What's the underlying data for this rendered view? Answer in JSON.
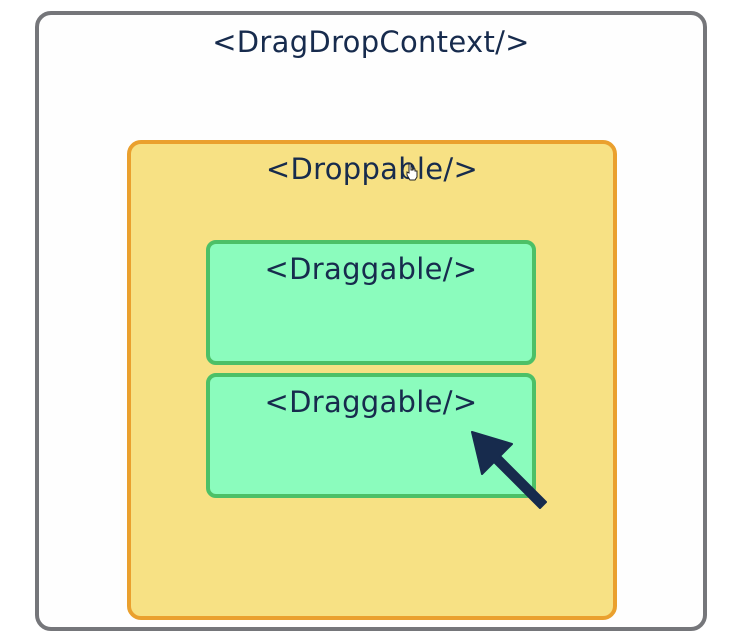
{
  "diagram": {
    "context_label": "<DragDropContext/>",
    "droppable_label": "<Droppable/>",
    "draggables": [
      {
        "label": "<Draggable/>"
      },
      {
        "label": "<Draggable/>"
      }
    ]
  },
  "icons": {
    "big_cursor": "arrow-cursor-icon",
    "mini_cursor": "hand-pointer-icon"
  },
  "colors": {
    "context_border": "#75767a",
    "droppable_fill": "#f7e184",
    "droppable_border": "#eaa02e",
    "draggable_fill": "#8bfcbd",
    "draggable_border": "#4cc067",
    "text": "#172b4d",
    "cursor": "#172b4d"
  }
}
